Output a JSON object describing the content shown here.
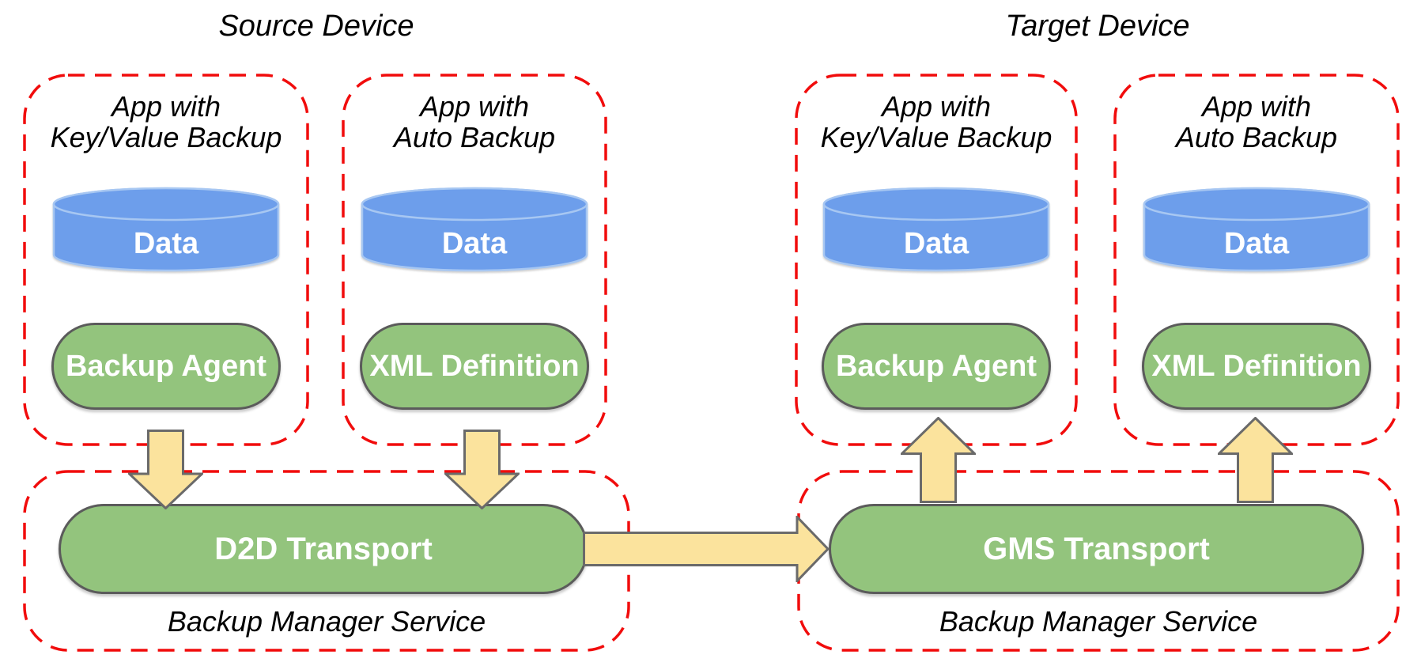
{
  "colors": {
    "canvas-bg": "#ffffff",
    "box-dash": "#f10c0c",
    "node-green": "#93c47d",
    "node-border": "#5b5b5b",
    "cyl-blue": "#6d9eeb",
    "cyl-stroke": "#a7c7f2",
    "arrow-fill": "#fbe39d",
    "arrow-stroke": "#6a6a6a",
    "text-light": "#ffffff"
  },
  "titles": {
    "source": "Source Device",
    "target": "Target Device"
  },
  "apps": {
    "src_kv": {
      "line1": "App with",
      "line2": "Key/Value Backup",
      "data": "Data",
      "component": "Backup Agent"
    },
    "src_auto": {
      "line1": "App with",
      "line2": "Auto Backup",
      "data": "Data",
      "component": "XML Definition"
    },
    "tgt_kv": {
      "line1": "App with",
      "line2": "Key/Value Backup",
      "data": "Data",
      "component": "Backup Agent"
    },
    "tgt_auto": {
      "line1": "App with",
      "line2": "Auto Backup",
      "data": "Data",
      "component": "XML Definition"
    }
  },
  "services": {
    "source": {
      "transport": "D2D Transport",
      "label": "Backup Manager Service"
    },
    "target": {
      "transport": "GMS Transport",
      "label": "Backup Manager Service"
    }
  }
}
